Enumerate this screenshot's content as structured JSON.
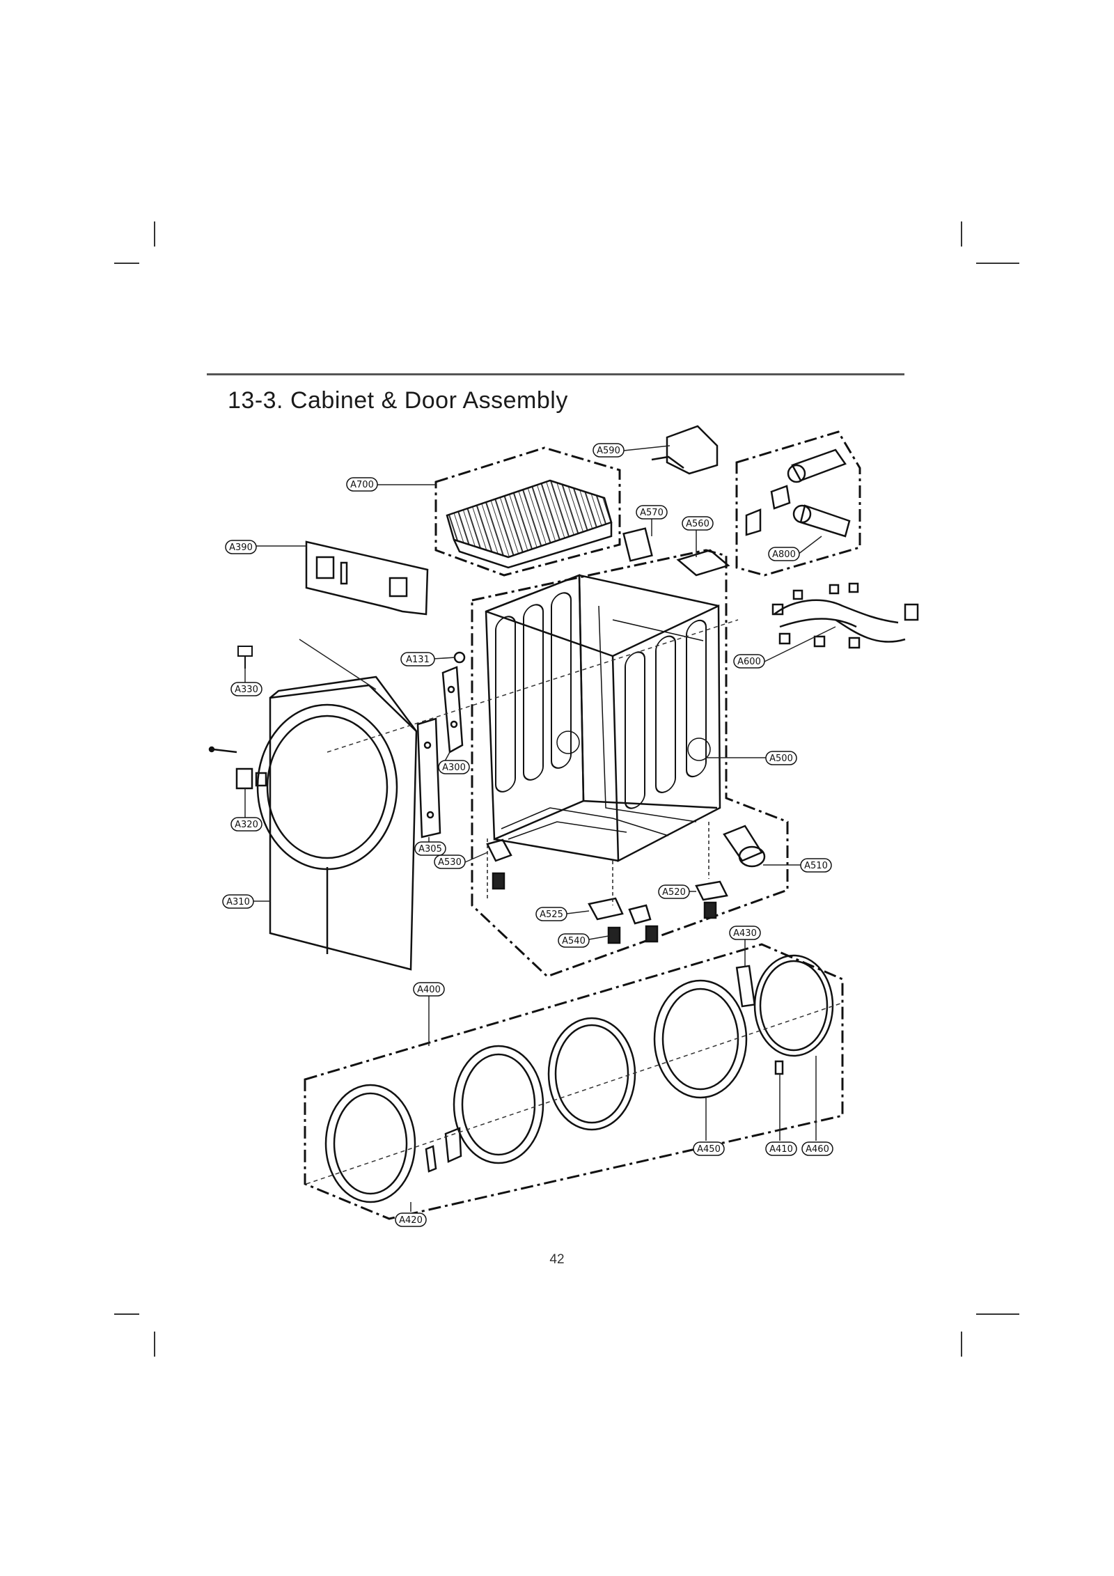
{
  "section_title": "13-3. Cabinet & Door Assembly",
  "page_number": "42",
  "part_labels": {
    "A700": "A700",
    "A590": "A590",
    "A570": "A570",
    "A560": "A560",
    "A800": "A800",
    "A390": "A390",
    "A600": "A600",
    "A131": "A131",
    "A330": "A330",
    "A300": "A300",
    "A500": "A500",
    "A320": "A320",
    "A305": "A305",
    "A530": "A530",
    "A510": "A510",
    "A310": "A310",
    "A520": "A520",
    "A525": "A525",
    "A540": "A540",
    "A430": "A430",
    "A400": "A400",
    "A450": "A450",
    "A410": "A410",
    "A460": "A460",
    "A420": "A420"
  }
}
